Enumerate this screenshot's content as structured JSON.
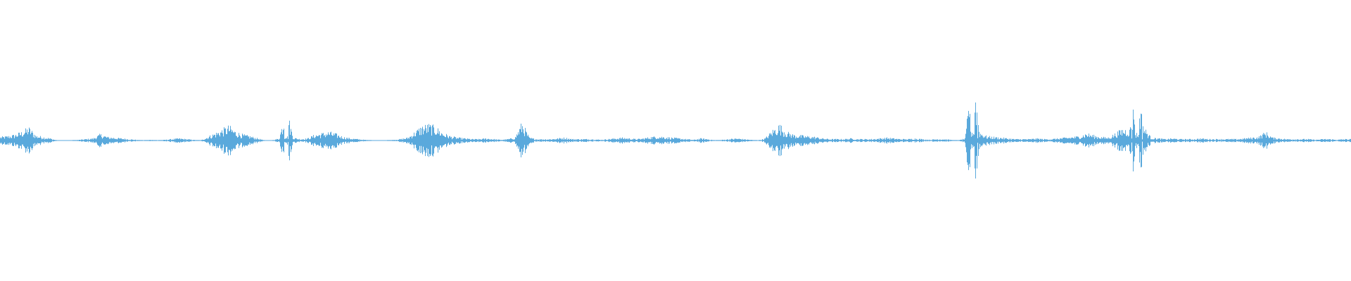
{
  "waveform": {
    "color": "#5aa9dc",
    "background": "#ffffff",
    "amplitude_profile": [
      0.05,
      0.06,
      0.08,
      0.12,
      0.18,
      0.07,
      0.05,
      0.03,
      0.0,
      0.0,
      0.0,
      0.01,
      0.02,
      0.03,
      0.09,
      0.05,
      0.04,
      0.03,
      0.02,
      0.01,
      0.0,
      0.01,
      0.0,
      0.01,
      0.02,
      0.03,
      0.02,
      0.01,
      0.0,
      0.05,
      0.1,
      0.15,
      0.2,
      0.12,
      0.08,
      0.06,
      0.03,
      0.0,
      0.0,
      0.03,
      0.45,
      0.04,
      0.02,
      0.03,
      0.08,
      0.1,
      0.12,
      0.09,
      0.05,
      0.03,
      0.02,
      0.01,
      0.0,
      0.0,
      0.0,
      0.01,
      0.02,
      0.04,
      0.12,
      0.2,
      0.22,
      0.18,
      0.1,
      0.06,
      0.04,
      0.03,
      0.02,
      0.02,
      0.03,
      0.02,
      0.01,
      0.02,
      0.04,
      0.25,
      0.04,
      0.02,
      0.02,
      0.02,
      0.03,
      0.04,
      0.02,
      0.02,
      0.02,
      0.02,
      0.01,
      0.02,
      0.03,
      0.04,
      0.03,
      0.02,
      0.03,
      0.05,
      0.06,
      0.05,
      0.04,
      0.03,
      0.02,
      0.01,
      0.03,
      0.02,
      0.0,
      0.01,
      0.02,
      0.03,
      0.02,
      0.01,
      0.0,
      0.03,
      0.14,
      0.22,
      0.12,
      0.08,
      0.07,
      0.06,
      0.05,
      0.03,
      0.02,
      0.02,
      0.02,
      0.03,
      0.02,
      0.02,
      0.02,
      0.03,
      0.04,
      0.03,
      0.02,
      0.02,
      0.03,
      0.02,
      0.01,
      0.02,
      0.02,
      0.01,
      0.0,
      0.03,
      1.0,
      0.12,
      0.06,
      0.05,
      0.04,
      0.03,
      0.02,
      0.02,
      0.02,
      0.03,
      0.02,
      0.02,
      0.03,
      0.04,
      0.05,
      0.06,
      0.1,
      0.07,
      0.05,
      0.04,
      0.1,
      0.16,
      0.15,
      0.7,
      0.18,
      0.04,
      0.03,
      0.02,
      0.03,
      0.02,
      0.02,
      0.02,
      0.03,
      0.02,
      0.02,
      0.02,
      0.02,
      0.02,
      0.03,
      0.04,
      0.05,
      0.12,
      0.04,
      0.03,
      0.02,
      0.02,
      0.02,
      0.02,
      0.01,
      0.02,
      0.02,
      0.01,
      0.02,
      0.02
    ]
  }
}
